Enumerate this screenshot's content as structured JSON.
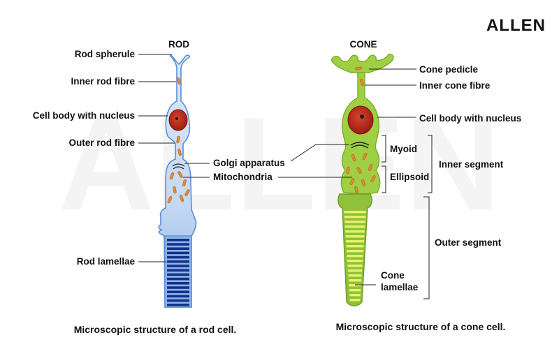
{
  "logo": "ALLEN",
  "watermark": "ALLEN",
  "rod": {
    "title": "ROD",
    "caption": "Microscopic structure of a rod cell.",
    "labels": {
      "spherule": "Rod spherule",
      "inner_fibre": "Inner rod fibre",
      "cell_body": "Cell body with nucleus",
      "outer_fibre": "Outer rod fibre",
      "lamellae": "Rod lamellae"
    }
  },
  "shared": {
    "golgi": "Golgi apparatus",
    "mitochondria": "Mitochondria"
  },
  "cone": {
    "title": "CONE",
    "caption": "Microscopic structure of a cone cell.",
    "labels": {
      "pedicle": "Cone pedicle",
      "inner_fibre": "Inner cone fibre",
      "cell_body": "Cell body with nucleus",
      "myoid": "Myoid",
      "ellipsoid": "Ellipsoid",
      "inner_segment": "Inner segment",
      "outer_segment": "Outer segment",
      "lamellae_line1": "Cone",
      "lamellae_line2": "lamellae"
    }
  },
  "colors": {
    "rod_fill": "#c9dcf3",
    "rod_stroke": "#5b8fd6",
    "rod_lamellae": "#13318a",
    "cone_fill": "#9fcf43",
    "cone_stroke": "#7cad2c",
    "cone_lamellae": "#e6f36a",
    "nucleus": "#c0281b",
    "mitochondria": "#e08a3c"
  }
}
